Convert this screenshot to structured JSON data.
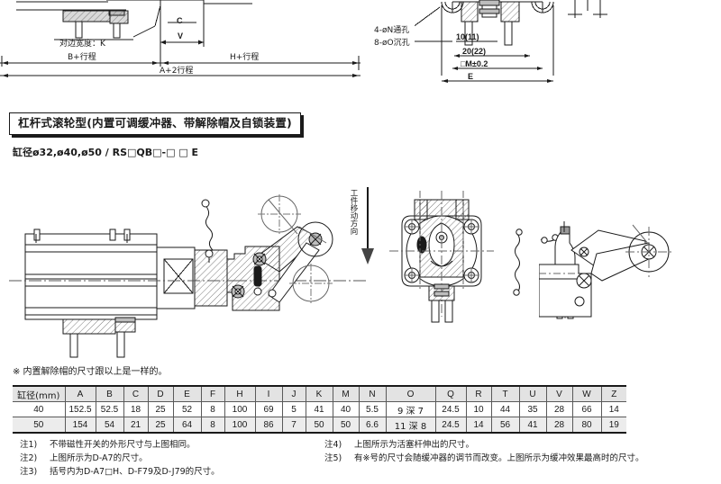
{
  "section": {
    "heading": "杠杆式滚轮型(内置可调缓冲器、带解除帽及自锁装置)",
    "model_line": "缸径ø32,ø40,ø50 / RS□QB□-□ □ E"
  },
  "top_drawing": {
    "labels": {
      "across_flats": "对边宽度：K",
      "b_stroke": "B+行程",
      "h_stroke": "H+行程",
      "a_2stroke": "A+2行程",
      "c": "C",
      "v": "V",
      "through_holes": "4-øN通孔",
      "counterbores": "8-øO沉孔",
      "dim_10_11": "10(11)",
      "dim_20_22": "20(22)",
      "square_m": "□M±0.2",
      "e": "E"
    }
  },
  "main_drawing": {
    "direction_label": "工件移动方向"
  },
  "table_note": "※ 内置解除帽的尺寸跟以上是一样的。",
  "table": {
    "headers": [
      "缸径(mm)",
      "A",
      "B",
      "C",
      "D",
      "E",
      "F",
      "H",
      "I",
      "J",
      "K",
      "M",
      "N",
      "O",
      "Q",
      "R",
      "T",
      "U",
      "V",
      "W",
      "Z"
    ],
    "rows": [
      [
        "40",
        "152.5",
        "52.5",
        "18",
        "25",
        "52",
        "8",
        "100",
        "69",
        "5",
        "41",
        "40",
        "5.5",
        "9 深 7",
        "24.5",
        "10",
        "44",
        "35",
        "28",
        "66",
        "14"
      ],
      [
        "50",
        "154",
        "54",
        "21",
        "25",
        "64",
        "8",
        "100",
        "86",
        "7",
        "50",
        "50",
        "6.6",
        "11 深 8",
        "24.5",
        "14",
        "56",
        "41",
        "28",
        "80",
        "19"
      ]
    ]
  },
  "notes": {
    "left": [
      {
        "tag": "注1)",
        "text": "不带磁性开关的外形尺寸与上图相同。"
      },
      {
        "tag": "注2)",
        "text": "上图所示为D-A7的尺寸。"
      },
      {
        "tag": "注3)",
        "text": "括号内为D-A7□H、D-F79及D-J79的尺寸。"
      }
    ],
    "right": [
      {
        "tag": "注4)",
        "text": "上图所示为活塞杆伸出的尺寸。"
      },
      {
        "tag": "注5)",
        "text": "有※号的尺寸会随缓冲器的调节而改变。上图所示为缓冲效果最高时的尺寸。"
      }
    ]
  },
  "colors": {
    "ink": "#1a1a1a",
    "header_fill": "#e3e3e3",
    "alt_row_fill": "#ececec",
    "hatch_fill": "#d9d9d9"
  }
}
